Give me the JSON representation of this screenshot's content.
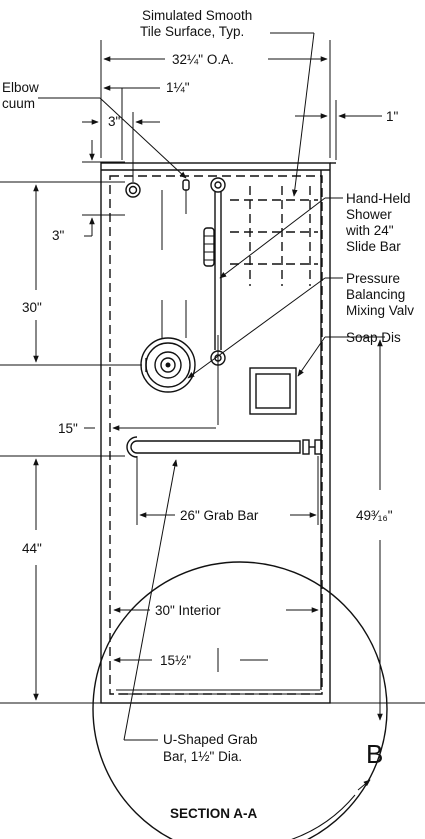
{
  "labels": {
    "tile_surface_1": "Simulated Smooth",
    "tile_surface_2": "Tile Surface, Typ.",
    "overall_width": "32¼\" O.A.",
    "elbow_1": "Elbow",
    "elbow_2": "cuum",
    "dim_1_25": "1¼\"",
    "dim_3_top": "3\"",
    "dim_1": "1\"",
    "dim_3_left": "3\"",
    "handheld_1": "Hand-Held",
    "handheld_2": "Shower",
    "handheld_3": "with 24\"",
    "handheld_4": "Slide Bar",
    "pressure_1": "Pressure",
    "pressure_2": "Balancing",
    "pressure_3": "Mixing Valv",
    "soap": "Soap Dis",
    "dim_30": "30\"",
    "dim_15": "15\"",
    "dim_49": "49³⁄₁₆\"",
    "grab_bar_26": "26\" Grab Bar",
    "dim_44": "44\"",
    "interior_30": "30\" Interior",
    "dim_15_5": "15½\"",
    "ushaped_1": "U-Shaped Grab",
    "ushaped_2": "Bar, 1½\" Dia.",
    "section_marker": "B",
    "section_title": "SECTION A-A"
  }
}
